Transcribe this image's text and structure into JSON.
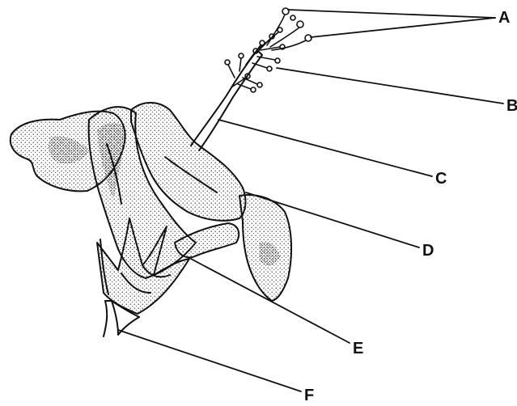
{
  "diagram": {
    "labels": {
      "a": "A",
      "b": "B",
      "c": "C",
      "d": "D",
      "e": "E",
      "f": "F"
    },
    "colors": {
      "ink": "#111111",
      "background": "#ffffff",
      "stipple": "#333333"
    }
  }
}
